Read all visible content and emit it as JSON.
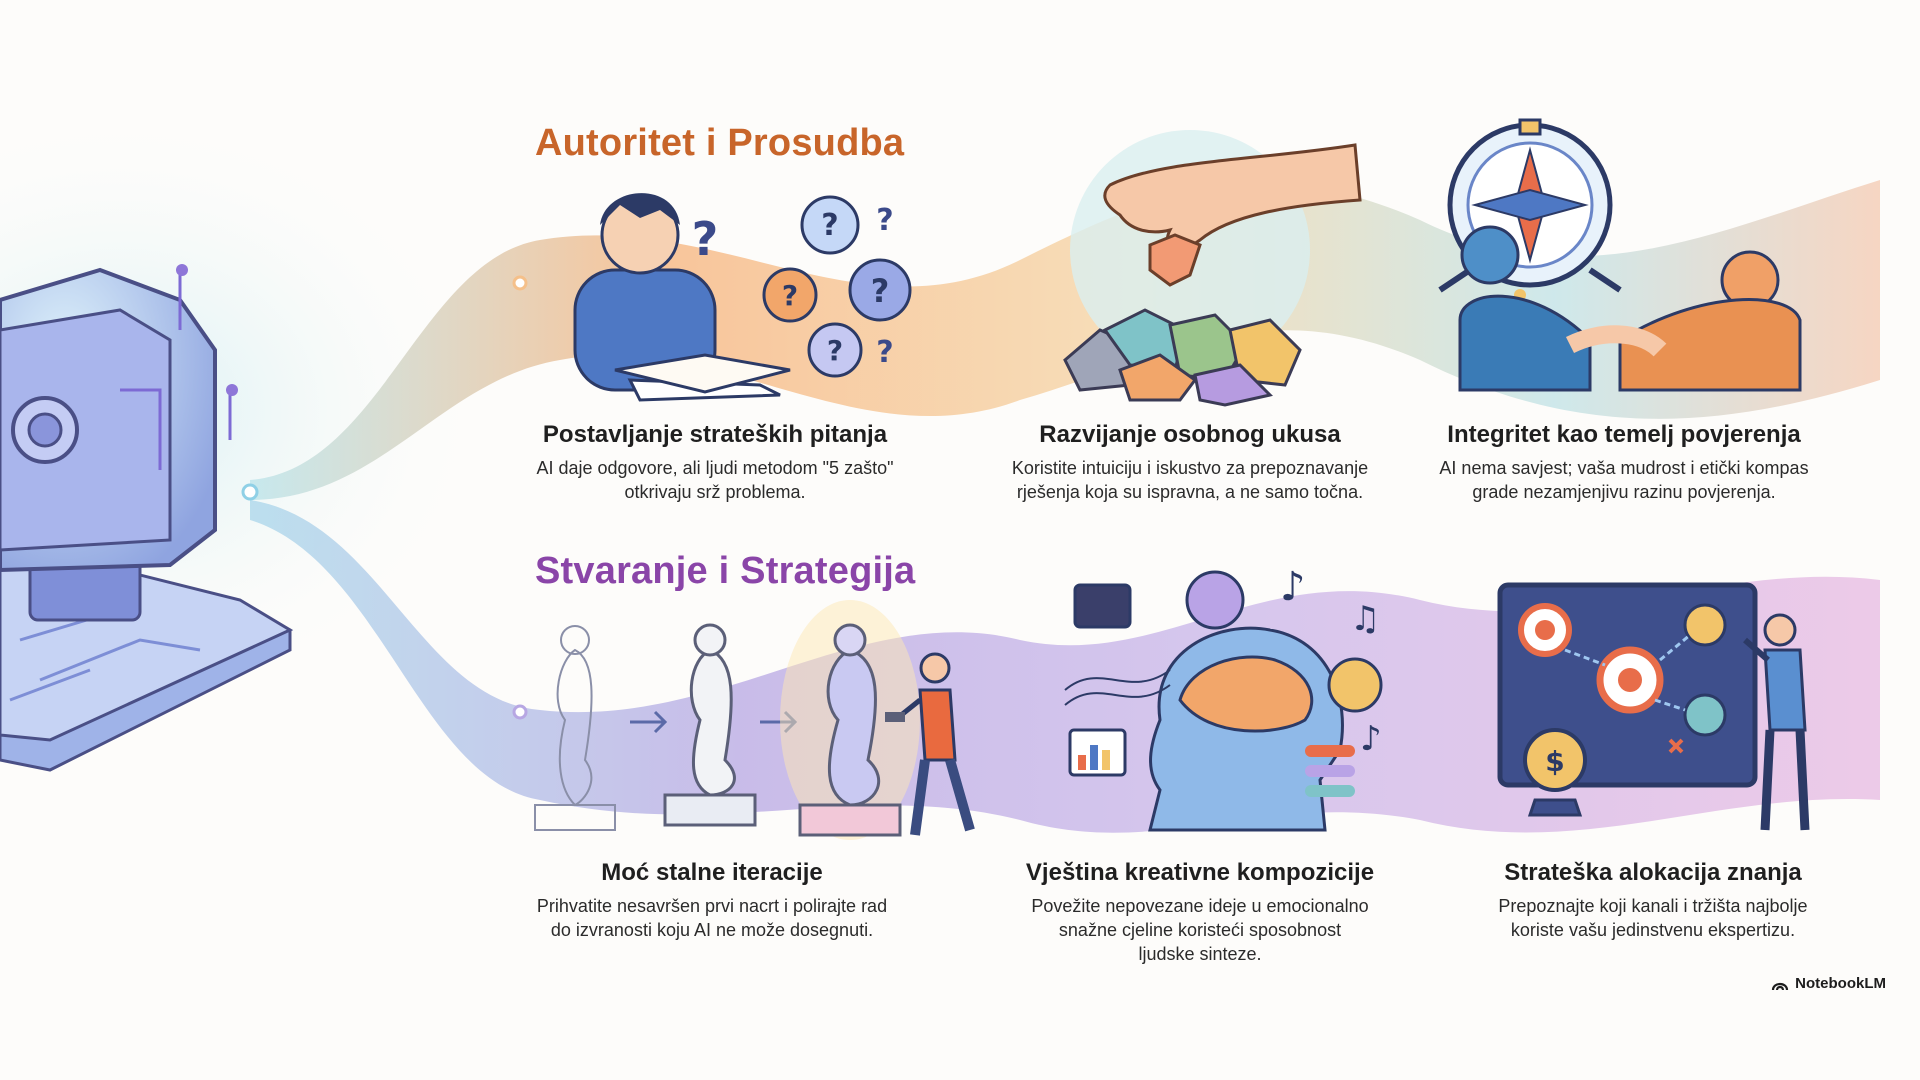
{
  "sections": {
    "top": {
      "title": "Autoritet i Prosudba",
      "color": "#c8652a"
    },
    "bottom": {
      "title": "Stvaranje i Strategija",
      "color": "#8a45a8"
    }
  },
  "cards": [
    {
      "title": "Postavljanje strateških pitanja",
      "desc": [
        "AI daje odgovore, ali ljudi metodom \"5 zašto\"",
        "otkrivaju srž problema."
      ]
    },
    {
      "title": "Razvijanje osobnog ukusa",
      "desc": [
        "Koristite intuiciju i iskustvo za prepoznavanje",
        "rješenja koja su ispravna, a ne samo točna."
      ]
    },
    {
      "title": "Integritet kao temelj povjerenja",
      "desc": [
        "AI nema savjest; vaša mudrost i etički kompas",
        "grade nezamjenjivu razinu povjerenja."
      ]
    },
    {
      "title": "Moć stalne iteracije",
      "desc": [
        "Prihvatite nesavršen prvi nacrt i polirajte rad",
        "do izvranosti koju AI ne može dosegnuti."
      ]
    },
    {
      "title": "Vještina kreativne kompozicije",
      "desc": [
        "Povežite nepovezane ideje u emocionalno",
        "snažne cjeline koristeći sposobnost",
        "ljudske sinteze."
      ]
    },
    {
      "title": "Strateška alokacija znanja",
      "desc": [
        "Prepoznajte koji kanali i tržišta najbolje",
        "koriste vašu jedinstvenu ekspertizu."
      ]
    }
  ],
  "brand": {
    "label": "NotebookLM"
  },
  "colors": {
    "orange": "#f2a66a",
    "purple": "#a98ad6",
    "teal": "#7ccbd4",
    "chip": "#9fb7e8"
  }
}
